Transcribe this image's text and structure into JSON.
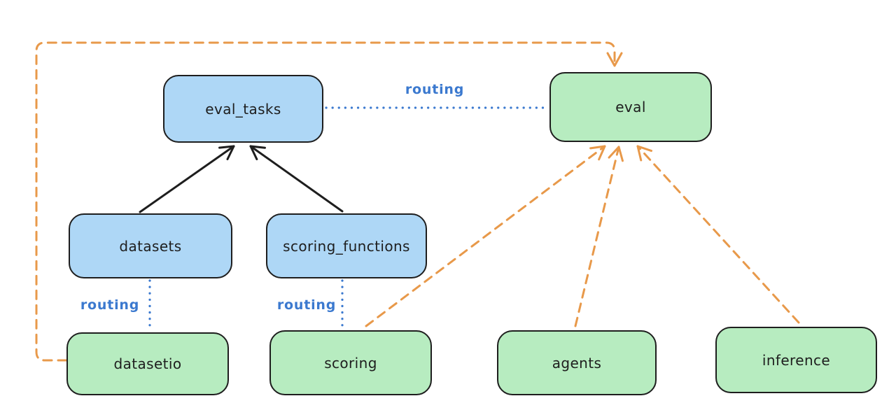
{
  "diagram": {
    "kind": "architecture-diagram"
  },
  "colors": {
    "background": "#ffffff",
    "stroke": "#1e1e1e",
    "blue_fill": "#aed7f6",
    "green_fill": "#b7ecc0",
    "routing_blue": "#3b79cf",
    "orange": "#e8994a"
  },
  "nodes": [
    {
      "id": "eval_tasks",
      "label": "eval_tasks",
      "color": "blue"
    },
    {
      "id": "eval",
      "label": "eval",
      "color": "green"
    },
    {
      "id": "datasets",
      "label": "datasets",
      "color": "blue"
    },
    {
      "id": "scoring_functions",
      "label": "scoring_functions",
      "color": "blue"
    },
    {
      "id": "datasetio",
      "label": "datasetio",
      "color": "green"
    },
    {
      "id": "scoring",
      "label": "scoring",
      "color": "green"
    },
    {
      "id": "agents",
      "label": "agents",
      "color": "green"
    },
    {
      "id": "inference",
      "label": "inference",
      "color": "green"
    }
  ],
  "edges": [
    {
      "from": "datasets",
      "to": "eval_tasks",
      "style": "solid-arrow",
      "color": "black"
    },
    {
      "from": "scoring_functions",
      "to": "eval_tasks",
      "style": "solid-arrow",
      "color": "black"
    },
    {
      "from": "eval_tasks",
      "to": "eval",
      "style": "dotted",
      "color": "blue",
      "label": "routing"
    },
    {
      "from": "datasets",
      "to": "datasetio",
      "style": "dotted",
      "color": "blue",
      "label": "routing"
    },
    {
      "from": "scoring_functions",
      "to": "scoring",
      "style": "dotted",
      "color": "blue",
      "label": "routing"
    },
    {
      "from": "datasetio",
      "to": "eval",
      "style": "dashed-arrow",
      "color": "orange"
    },
    {
      "from": "scoring",
      "to": "eval",
      "style": "dashed-arrow",
      "color": "orange"
    },
    {
      "from": "agents",
      "to": "eval",
      "style": "dashed-arrow",
      "color": "orange"
    },
    {
      "from": "inference",
      "to": "eval",
      "style": "dashed-arrow",
      "color": "orange"
    }
  ]
}
